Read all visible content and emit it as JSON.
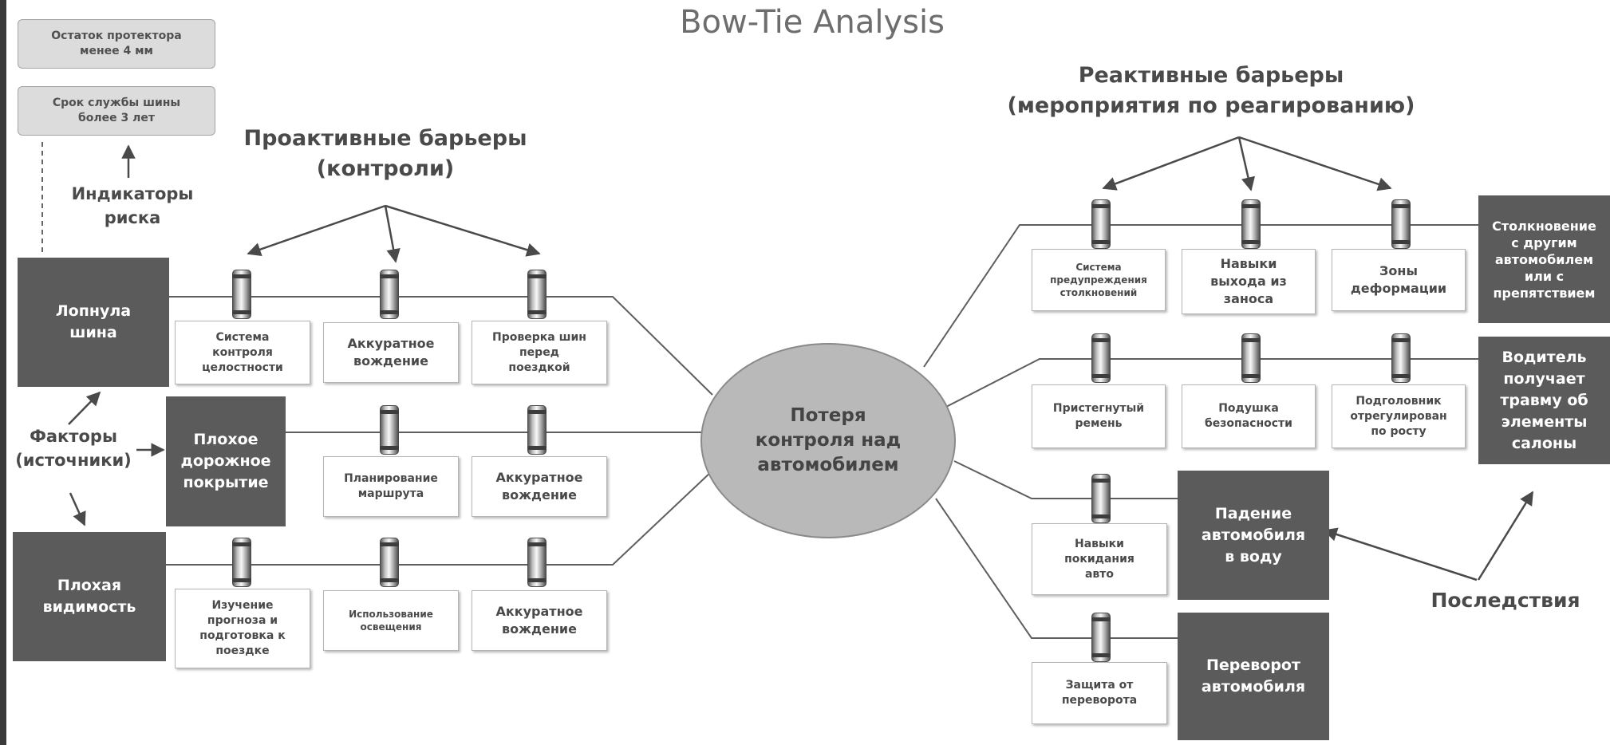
{
  "title": "Bow-Tie Analysis",
  "headers": {
    "proactive": [
      "Проактивные барьеры",
      "(контроли)"
    ],
    "reactive": [
      "Реактивные барьеры",
      "(мероприятия по реагированию)"
    ]
  },
  "captions": {
    "risk_indicators": [
      "Индикаторы",
      "риска"
    ],
    "factors": [
      "Факторы",
      "(источники)"
    ],
    "consequences": "Последствия"
  },
  "indicators": [
    [
      "Остаток протектора",
      "менее 4 мм"
    ],
    [
      "Срок службы шины",
      "более 3 лет"
    ]
  ],
  "center_event": [
    "Потеря",
    "контроля над",
    "автомобилем"
  ],
  "threats": [
    [
      "Лопнула",
      "шина"
    ],
    [
      "Плохое",
      "дорожное",
      "покрытие"
    ],
    [
      "Плохая",
      "видимость"
    ]
  ],
  "proactive_barriers": [
    [
      [
        "Система",
        "контроля",
        "целостности"
      ],
      [
        "Аккуратное",
        "вождение"
      ],
      [
        "Проверка шин",
        "перед",
        "поездкой"
      ]
    ],
    [
      [
        "Планирование",
        "маршрута"
      ],
      [
        "Аккуратное",
        "вождение"
      ]
    ],
    [
      [
        "Изучение",
        "прогноза и",
        "подготовка к",
        "поездке"
      ],
      [
        "Использование",
        "освещения"
      ],
      [
        "Аккуратное",
        "вождение"
      ]
    ]
  ],
  "reactive_barriers": [
    [
      [
        "Система",
        "предупреждения",
        "столкновений"
      ],
      [
        "Навыки",
        "выхода из",
        "заноса"
      ],
      [
        "Зоны",
        "деформации"
      ]
    ],
    [
      [
        "Пристегнутый",
        "ремень"
      ],
      [
        "Подушка",
        "безопасности"
      ],
      [
        "Подголовник",
        "отрегулирован",
        "по росту"
      ]
    ],
    [
      [
        "Навыки",
        "покидания",
        "авто"
      ]
    ],
    [
      [
        "Защита от",
        "переворота"
      ]
    ]
  ],
  "consequences": [
    [
      "Столкновение",
      "с другим",
      "автомобилем",
      "или с",
      "препятствием"
    ],
    [
      "Водитель",
      "получает",
      "травму об",
      "элементы",
      "салоны"
    ],
    [
      "Падение",
      "автомобиля",
      "в воду"
    ],
    [
      "Переворот",
      "автомобиля"
    ]
  ],
  "colors": {
    "dark_box": "#5b5b5b",
    "center_fill": "#b9b9b9",
    "indicator_fill": "#dcdcdc",
    "line": "#5e5e5e",
    "frame": "#3a3a3a"
  }
}
